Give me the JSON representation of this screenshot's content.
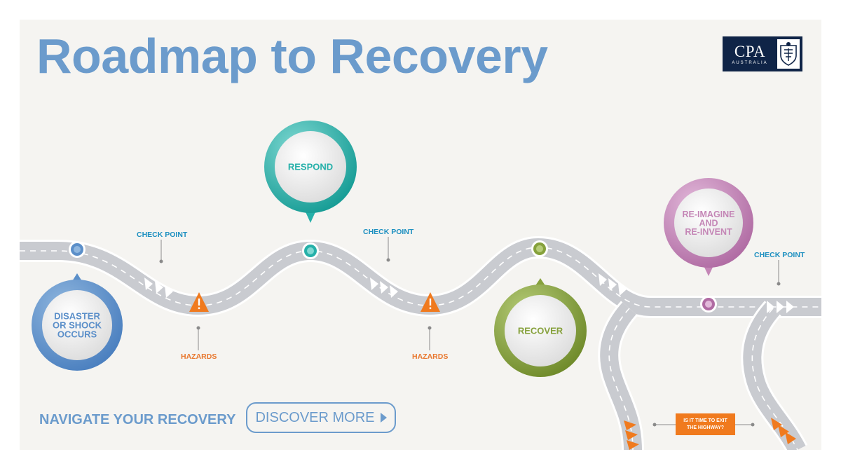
{
  "title": "Roadmap to Recovery",
  "logo": {
    "text": "CPA",
    "subtext": "AUSTRALIA"
  },
  "stages": [
    {
      "id": "disaster",
      "lines": [
        "DISASTER",
        "OR SHOCK",
        "OCCURS"
      ],
      "color": "#5b8fc9"
    },
    {
      "id": "respond",
      "lines": [
        "RESPOND"
      ],
      "color": "#25b0a9"
    },
    {
      "id": "recover",
      "lines": [
        "RECOVER"
      ],
      "color": "#86a13c"
    },
    {
      "id": "reimagine",
      "lines": [
        "RE-IMAGINE",
        "AND",
        "RE-INVENT"
      ],
      "color": "#c486b6"
    }
  ],
  "labels": {
    "checkpoint_1": "CHECK POINT",
    "checkpoint_2": "CHECK POINT",
    "checkpoint_3": "CHECK POINT",
    "hazards_1": "HAZARDS",
    "hazards_2": "HAZARDS"
  },
  "cta": {
    "text": "NAVIGATE YOUR RECOVERY",
    "button": "DISCOVER MORE"
  },
  "exit": {
    "text": "IS IT TIME TO EXIT THE HIGHWAY?"
  },
  "colors": {
    "road": "#c9cbd0",
    "road_edge": "#ffffff",
    "title": "#6b9bcc",
    "checkpoint_text": "#1c8fc0",
    "hazard": "#e8772e",
    "exit_box": "#f07a1e",
    "logo_bg": "#0f2447"
  }
}
